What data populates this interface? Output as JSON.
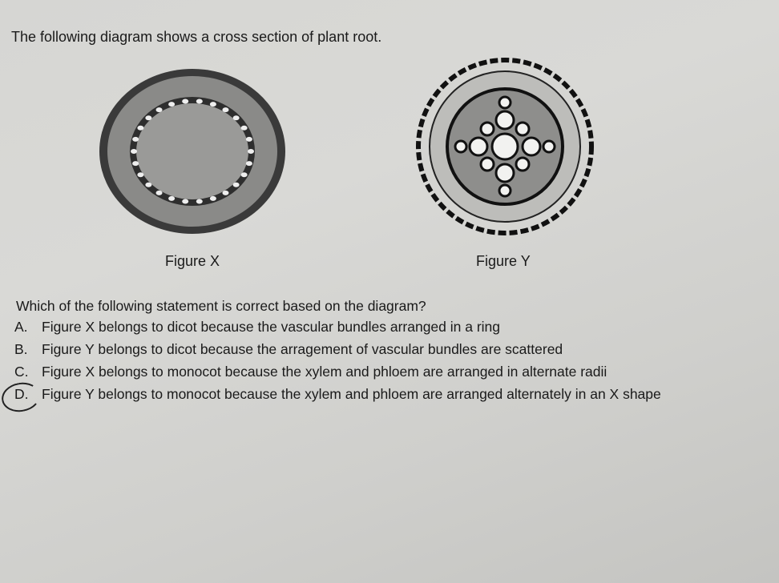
{
  "title": "The following diagram shows a cross section of plant root.",
  "figures": [
    {
      "caption": "Figure X"
    },
    {
      "caption": "Figure Y"
    }
  ],
  "question": "Which of the following statement is correct based on the diagram?",
  "options": [
    {
      "letter": "A.",
      "text": "Figure X belongs to dicot because the vascular bundles arranged in a ring"
    },
    {
      "letter": "B.",
      "text": "Figure Y belongs to dicot because the arragement of vascular bundles are scattered"
    },
    {
      "letter": "C.",
      "text": "Figure X belongs to monocot because the xylem and phloem are arranged in alternate radii"
    },
    {
      "letter": "D.",
      "text": "Figure Y belongs to monocot because the xylem and phloem are arranged alternately in an X shape"
    }
  ],
  "selected_option": "D"
}
